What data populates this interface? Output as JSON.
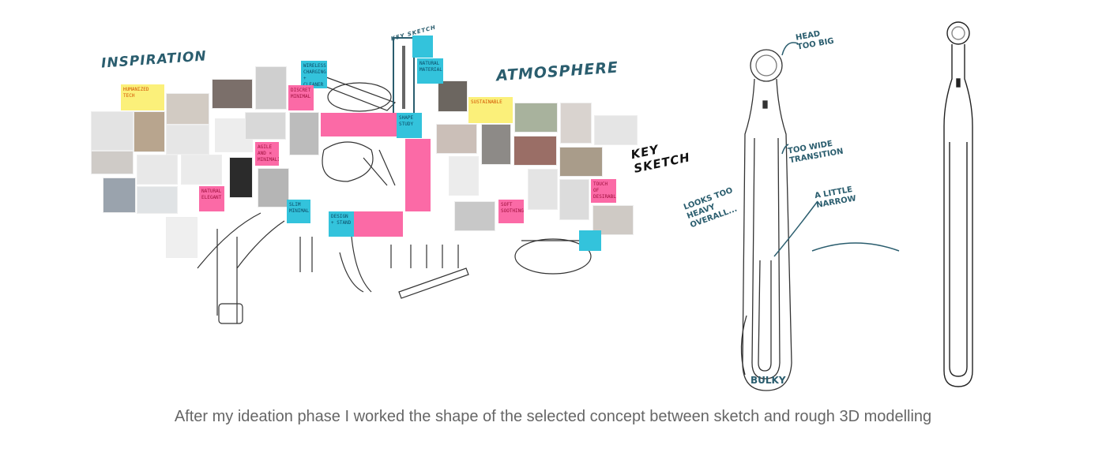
{
  "moodboard": {
    "section_labels": {
      "inspiration": "Inspiration",
      "atmosphere": "Atmosphere",
      "key_sketch": "Key Sketch",
      "key_sketch_small": "Key sketch"
    },
    "sticky_notes": [
      {
        "text": "Humanized tech",
        "color": "#fbf07a"
      },
      {
        "text": "Wireless charging + cleaner surface",
        "color": "#33c3dc"
      },
      {
        "text": "Discret minimal",
        "color": "#fb6aa6"
      },
      {
        "text": "Natural material",
        "color": "#33c3dc"
      },
      {
        "text": "Shape study",
        "color": "#33c3dc"
      },
      {
        "text": "Agile and × minimalism",
        "color": "#fb6aa6"
      },
      {
        "text": "Natural elegant",
        "color": "#fb6aa6"
      },
      {
        "text": "Slim minimal",
        "color": "#33c3dc"
      },
      {
        "text": "Design + stand",
        "color": "#33c3dc"
      },
      {
        "text": "Sustainable",
        "color": "#fbf07a"
      },
      {
        "text": "Soft soothing",
        "color": "#fb6aa6"
      },
      {
        "text": "Touch of desirable",
        "color": "#fb6aa6"
      }
    ]
  },
  "sketch_annotations": {
    "head": "Head too big",
    "transition": "Too wide transition",
    "heavy": "Looks too heavy overall...",
    "narrow": "A little narrow",
    "bulky": "Bulky"
  },
  "caption": "After my ideation phase I worked the shape of the selected concept between sketch and rough 3D modelling",
  "colors": {
    "annotation": "#2a5d6e",
    "caption": "#666666"
  }
}
